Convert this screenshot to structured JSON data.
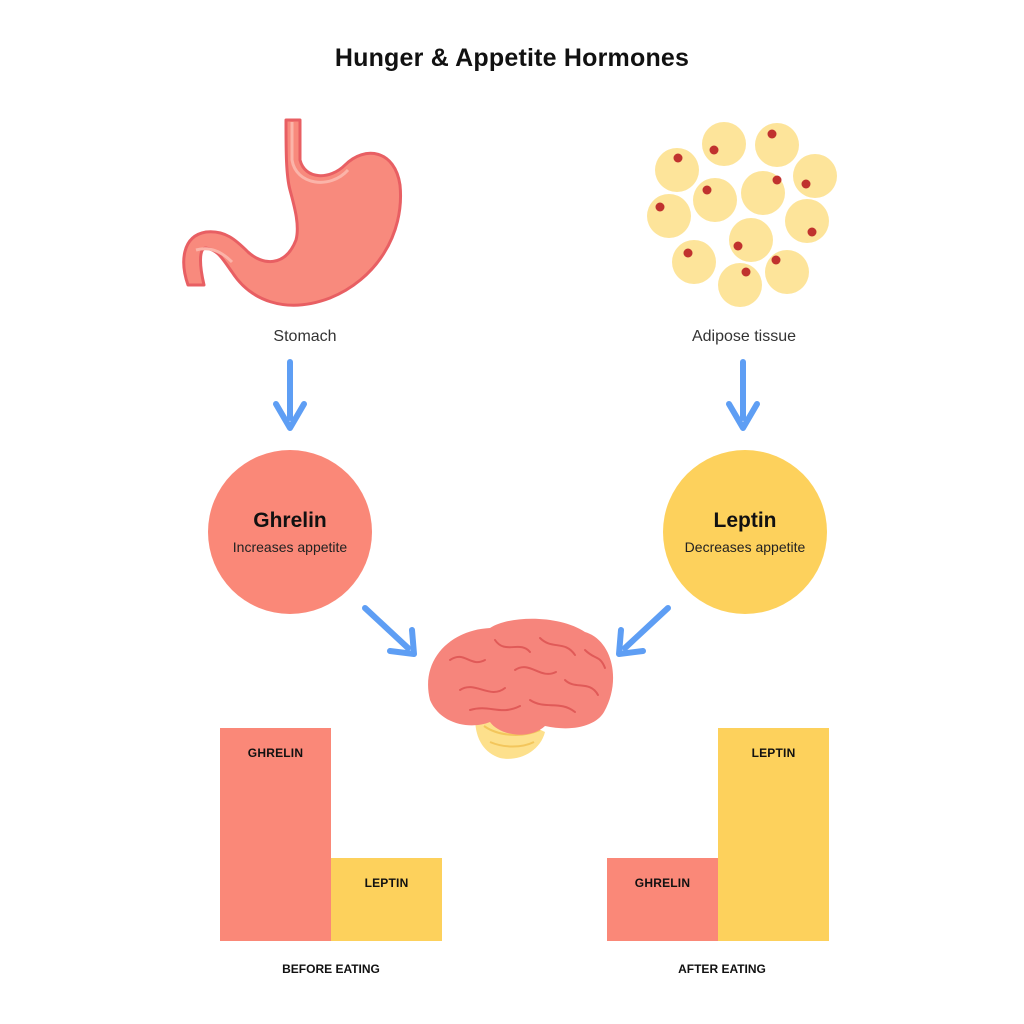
{
  "title": "Hunger & Appetite Hormones",
  "colors": {
    "ghrelin": "#fa8878",
    "leptin": "#fdd15c",
    "arrow": "#5e9ef4",
    "stomach": "#f88a7d",
    "stomach_outline": "#e85f63",
    "fat_cell": "#fde49a",
    "fat_nucleus": "#c0322e",
    "brain": "#f6857c",
    "cerebellum": "#fde08c"
  },
  "sources": {
    "stomach": {
      "label": "Stomach",
      "icon": "stomach-icon"
    },
    "adipose": {
      "label": "Adipose tissue",
      "icon": "fat-cells-icon"
    }
  },
  "hormones": {
    "ghrelin": {
      "name": "Ghrelin",
      "effect": "Increases appetite"
    },
    "leptin": {
      "name": "Leptin",
      "effect": "Decreases appetite"
    }
  },
  "target": {
    "icon": "brain-icon"
  },
  "charts": {
    "before": {
      "caption": "BEFORE EATING",
      "bars": [
        {
          "label": "GHRELIN",
          "level": 1.0,
          "color": "#fa8878"
        },
        {
          "label": "LEPTIN",
          "level": 0.39,
          "color": "#fdd15c"
        }
      ]
    },
    "after": {
      "caption": "AFTER EATING",
      "bars": [
        {
          "label": "GHRELIN",
          "level": 0.39,
          "color": "#fa8878"
        },
        {
          "label": "LEPTIN",
          "level": 1.0,
          "color": "#fdd15c"
        }
      ]
    }
  }
}
